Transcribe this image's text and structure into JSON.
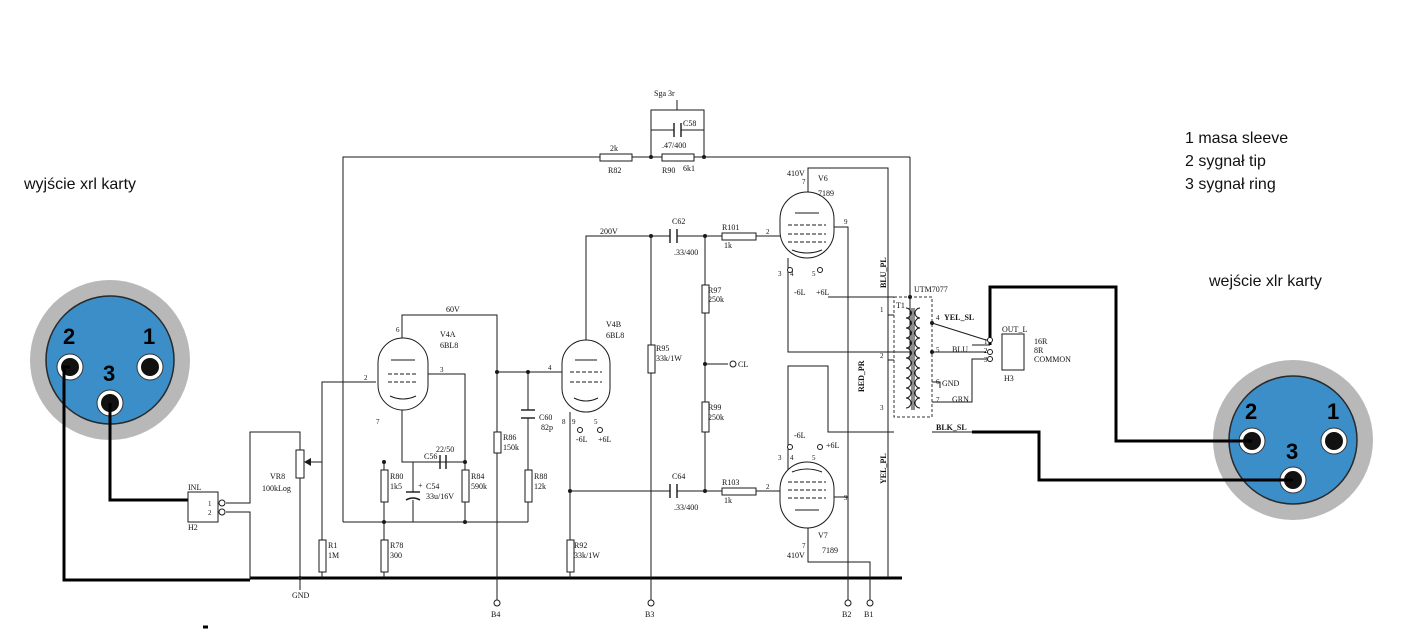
{
  "notes": {
    "left_title": "wyjście xrl karty",
    "right_title": "wejście xlr karty",
    "pinout": [
      "1 masa sleeve",
      "2 sygnał tip",
      "3 sygnał ring"
    ]
  },
  "xlr_left": {
    "pins": [
      "2",
      "1",
      "3"
    ]
  },
  "xlr_right": {
    "pins": [
      "2",
      "1",
      "3"
    ]
  },
  "labels": {
    "top_partial": "Sga     3r",
    "c58": "C58",
    "c58_val": ".47/400",
    "r82_val": "2k",
    "r82": "R82",
    "r90": "R90",
    "r90_val": "6k1",
    "v200": "200V",
    "c62": "C62",
    "c62_val": ".33/400",
    "r101": "R101",
    "r101_val": "1k",
    "v6": "V6",
    "v6_type": "7189",
    "v6_volt": "410V",
    "blu_pl": "BLU_PL",
    "utm": "UTM7077",
    "t1": "T1",
    "yel_sl": "YEL_SL",
    "blu": "BLU",
    "gnd_tr": "GND",
    "grn": "GRN",
    "red_pr": "RED_PR",
    "blk_sl": "BLK_SL",
    "yel_pl": "YEL_PL",
    "out_l": "OUT_L",
    "r16": "16R",
    "r8": "8R",
    "common": "COMMON",
    "h3": "H3",
    "v60": "60V",
    "v4a": "V4A",
    "v4a_type": "6BL8",
    "v4b": "V4B",
    "v4b_type": "6BL8",
    "r97": "R97",
    "r97_val": "250k",
    "r95": "R95",
    "r95_val": "33k/1W",
    "cl": "CL",
    "r99": "R99",
    "r99_val": "250k",
    "c60": "C60",
    "c60_val": "82p",
    "r86": "R86",
    "r86_val": "150k",
    "r88": "R88",
    "r88_val": "12k",
    "c56": "C56",
    "c56_val": "22/50",
    "r80": "R80",
    "r80_val": "1k5",
    "c54": "C54",
    "c54_val": "33u/16V",
    "r84": "R84",
    "r84_val": "590k",
    "c64": "C64",
    "c64_val": ".33/400",
    "r103": "R103",
    "r103_val": "1k",
    "v7": "V7",
    "v7_type": "7189",
    "v7_volt": "410V",
    "vr8": "VR8",
    "vr8_val": "100kLog",
    "inl": "INL",
    "h2": "H2",
    "r1": "R1",
    "r1_val": "1M",
    "r78": "R78",
    "r78_val": "300",
    "r92": "R92",
    "r92_val": "33k/1W",
    "gnd": "GND",
    "b4": "B4",
    "b3": "B3",
    "b2": "B2",
    "b1": "B1",
    "neg6l": "-6L",
    "pos6l": "+6L",
    "plus": "+"
  },
  "pin_numbers": {
    "v4a": [
      "6",
      "2",
      "3",
      "7"
    ],
    "v4b": [
      "4",
      "8",
      "9",
      "5"
    ],
    "v6": [
      "7",
      "2",
      "9",
      "3",
      "4",
      "5"
    ],
    "v7": [
      "2",
      "9",
      "7",
      "3",
      "4",
      "5"
    ],
    "t1": [
      "1",
      "2",
      "3",
      "4",
      "5",
      "6",
      "7"
    ],
    "h3": [
      "1",
      "2",
      "3"
    ],
    "h2": [
      "1",
      "2"
    ]
  },
  "colors": {
    "blu_pl": "#1a9bd7",
    "yel": "#e8b400",
    "red_pr": "#e0141e",
    "xlr_face": "#3b8ec8",
    "xlr_ring": "#b8b8b8"
  }
}
